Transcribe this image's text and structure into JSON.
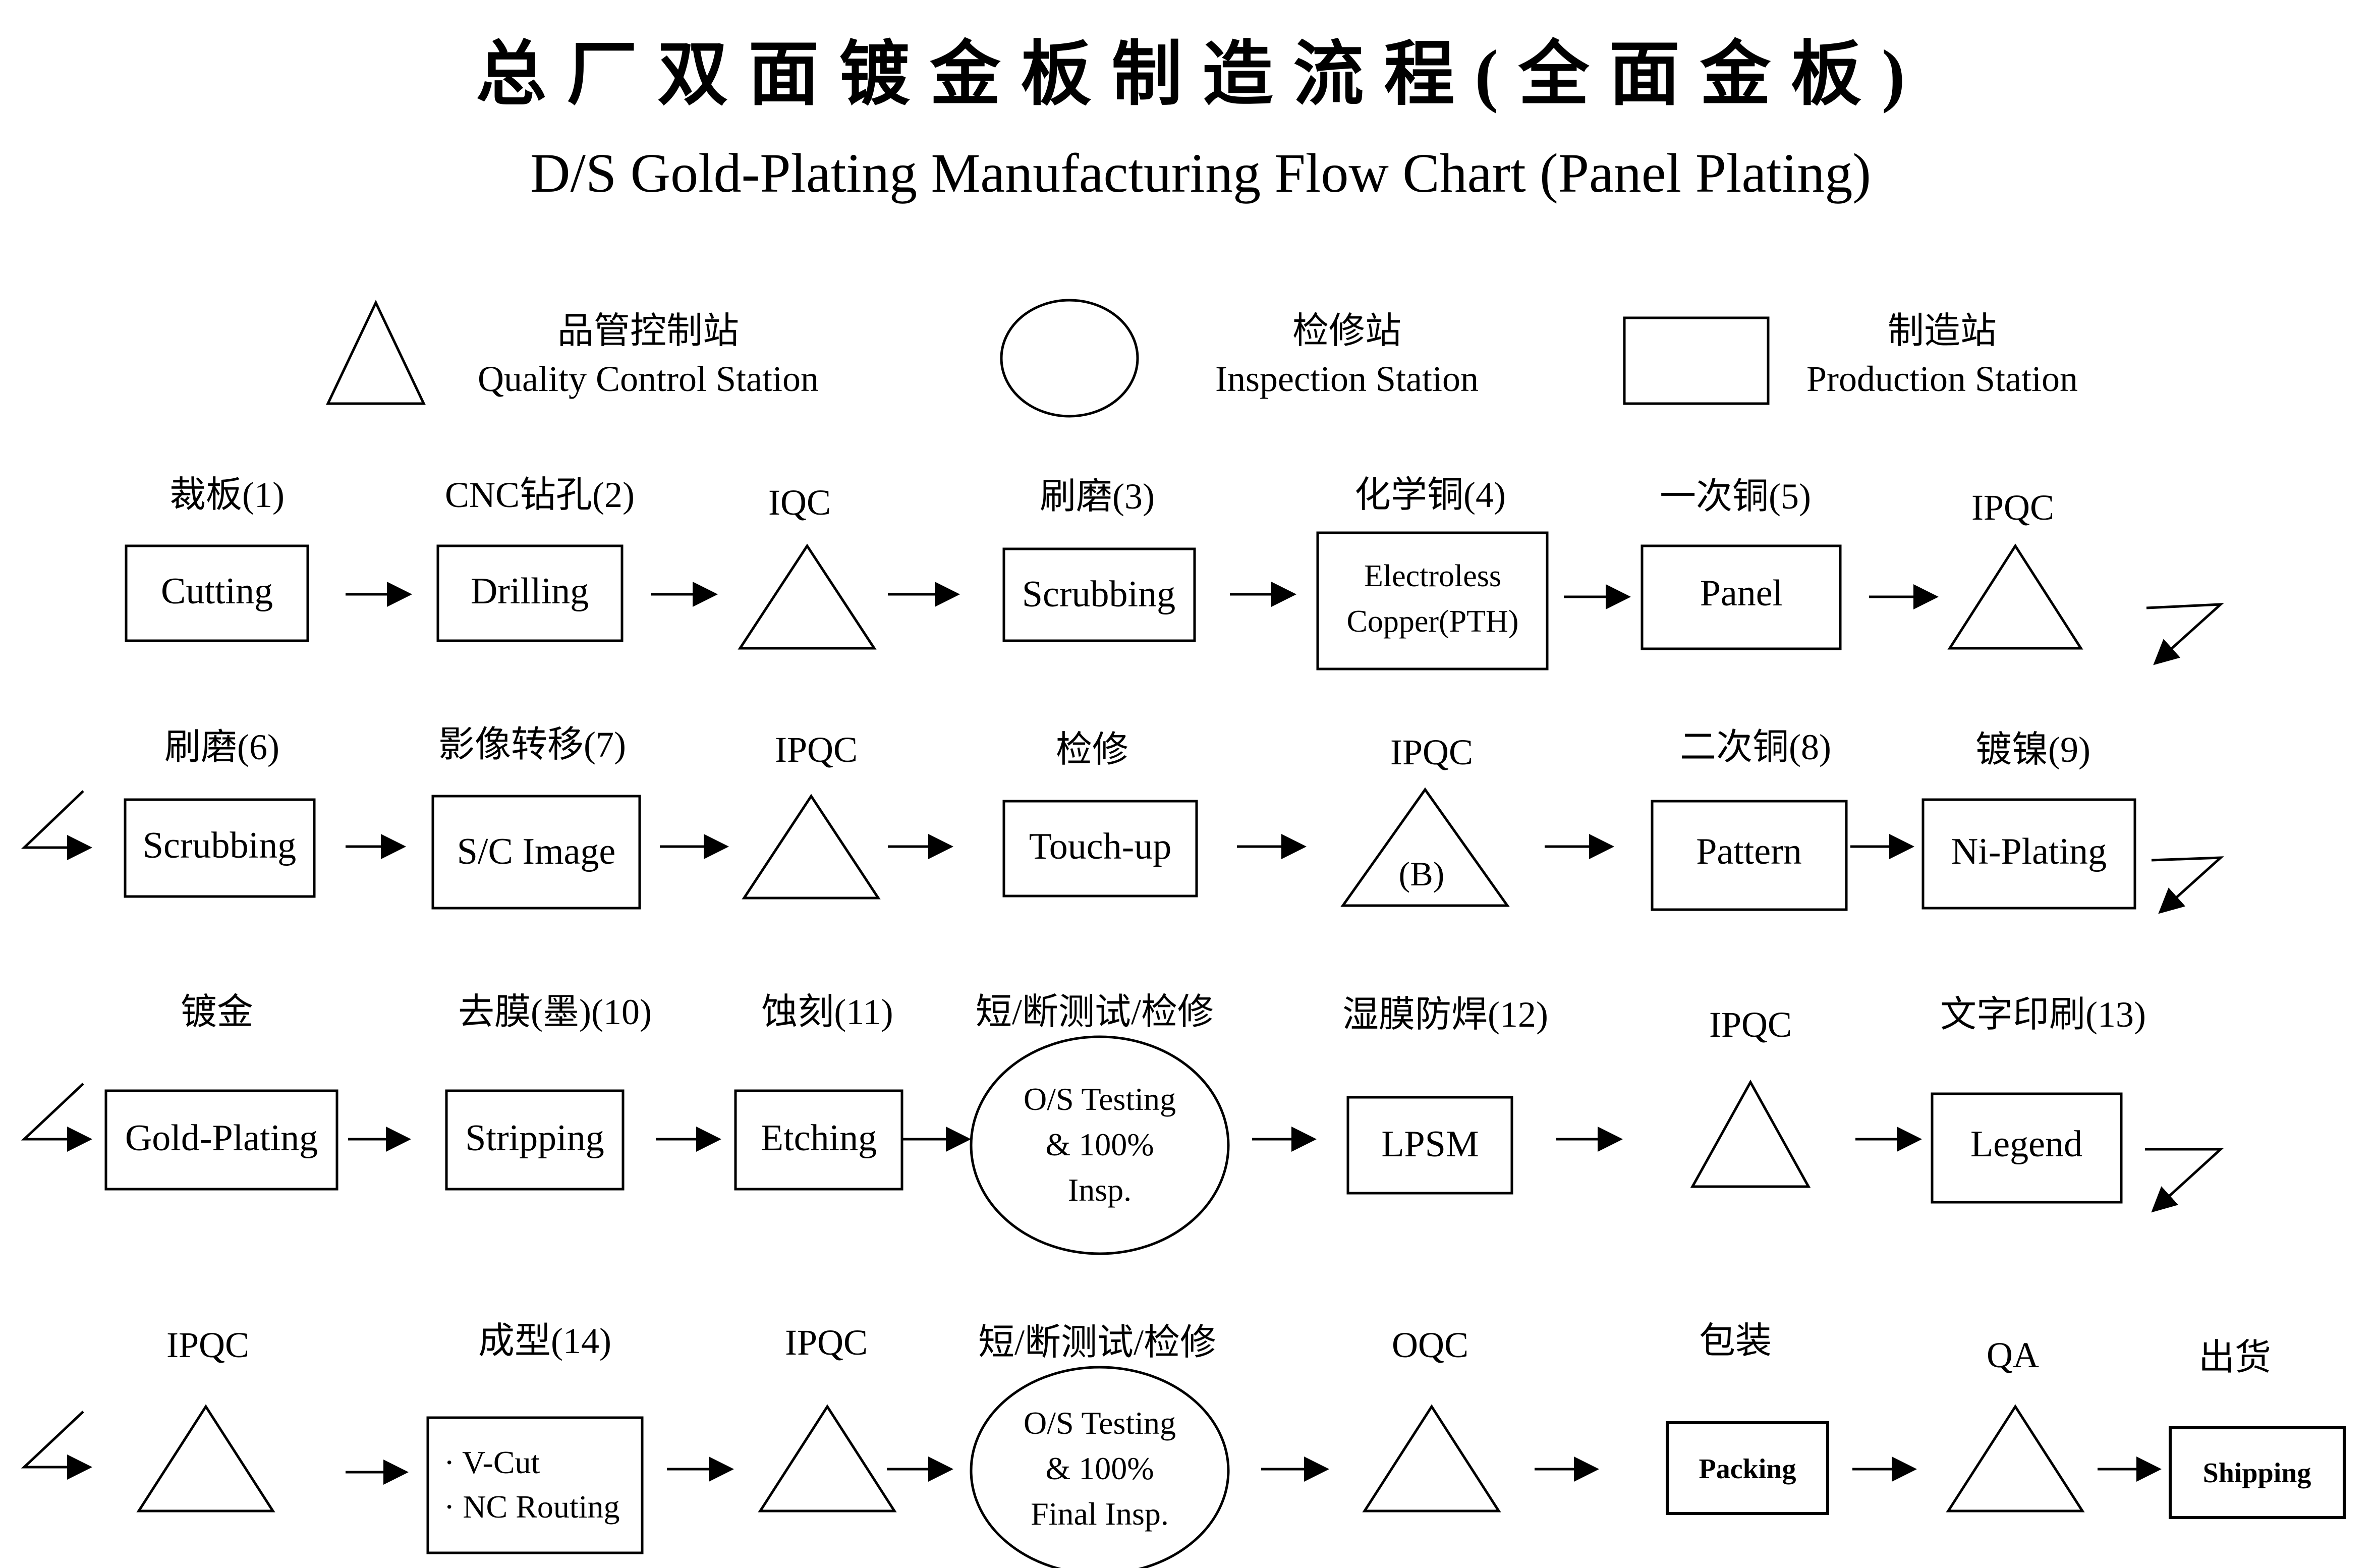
{
  "title": {
    "chinese": "总厂双面镀金板制造流程(全面金板)",
    "english": "D/S  Gold-Plating  Manufacturing  Flow  Chart (Panel  Plating)"
  },
  "legend": [
    {
      "shape": "triangle",
      "cn": "品管控制站",
      "en": "Quality  Control  Station"
    },
    {
      "shape": "ellipse",
      "cn": "检修站",
      "en": "Inspection  Station"
    },
    {
      "shape": "rect",
      "cn": "制造站",
      "en": "Production  Station"
    }
  ],
  "rows": [
    {
      "steps": [
        {
          "shape": "rect",
          "label": "裁板(1)",
          "text": [
            "Cutting"
          ]
        },
        {
          "shape": "rect",
          "label": "CNC钻孔(2)",
          "text": [
            "Drilling"
          ]
        },
        {
          "shape": "triangle",
          "label": "IQC",
          "text": []
        },
        {
          "shape": "rect",
          "label": "刷磨(3)",
          "text": [
            "Scrubbing"
          ]
        },
        {
          "shape": "rect",
          "label": "化学铜(4)",
          "text": [
            "Electroless",
            "Copper(PTH)"
          ]
        },
        {
          "shape": "rect",
          "label": "一次铜(5)",
          "text": [
            "Panel"
          ]
        },
        {
          "shape": "triangle",
          "label": "IPQC",
          "text": []
        }
      ]
    },
    {
      "steps": [
        {
          "shape": "rect",
          "label": "刷磨(6)",
          "text": [
            "Scrubbing"
          ]
        },
        {
          "shape": "rect",
          "label": "影像转移(7)",
          "text": [
            "S/C Image"
          ]
        },
        {
          "shape": "triangle",
          "label": "IPQC",
          "text": []
        },
        {
          "shape": "rect",
          "label": "检修",
          "text": [
            "Touch-up"
          ]
        },
        {
          "shape": "triangle",
          "label": "IPQC",
          "text": [
            "(B)"
          ]
        },
        {
          "shape": "rect",
          "label": "二次铜(8)",
          "text": [
            "Pattern"
          ]
        },
        {
          "shape": "rect",
          "label": "镀镍(9)",
          "text": [
            "Ni-Plating"
          ]
        }
      ]
    },
    {
      "steps": [
        {
          "shape": "rect",
          "label": "镀金",
          "text": [
            "Gold-Plating"
          ]
        },
        {
          "shape": "rect",
          "label": "去膜(墨)(10)",
          "text": [
            "Stripping"
          ]
        },
        {
          "shape": "rect",
          "label": "蚀刻(11)",
          "text": [
            "Etching"
          ]
        },
        {
          "shape": "ellipse",
          "label": "短/断测试/检修",
          "text": [
            "O/S Testing",
            "& 100%",
            "Insp."
          ]
        },
        {
          "shape": "rect",
          "label": "湿膜防焊(12)",
          "text": [
            "LPSM"
          ]
        },
        {
          "shape": "triangle",
          "label": "IPQC",
          "text": []
        },
        {
          "shape": "rect",
          "label": "文字印刷(13)",
          "text": [
            "Legend"
          ]
        }
      ]
    },
    {
      "steps": [
        {
          "shape": "triangle",
          "label": "IPQC",
          "text": []
        },
        {
          "shape": "rect",
          "label": "成型(14)",
          "text": [
            "· V-Cut",
            "· NC Routing"
          ]
        },
        {
          "shape": "triangle",
          "label": "IPQC",
          "text": []
        },
        {
          "shape": "ellipse",
          "label": "短/断测试/检修",
          "text": [
            "O/S Testing",
            "& 100%",
            "Final Insp."
          ]
        },
        {
          "shape": "triangle",
          "label": "OQC",
          "text": []
        },
        {
          "shape": "rect",
          "label": "包装",
          "text": [
            "Packing"
          ]
        },
        {
          "shape": "triangle",
          "label": "QA",
          "text": []
        },
        {
          "shape": "rect",
          "label": "出货",
          "text": [
            "Shipping"
          ]
        }
      ]
    }
  ]
}
